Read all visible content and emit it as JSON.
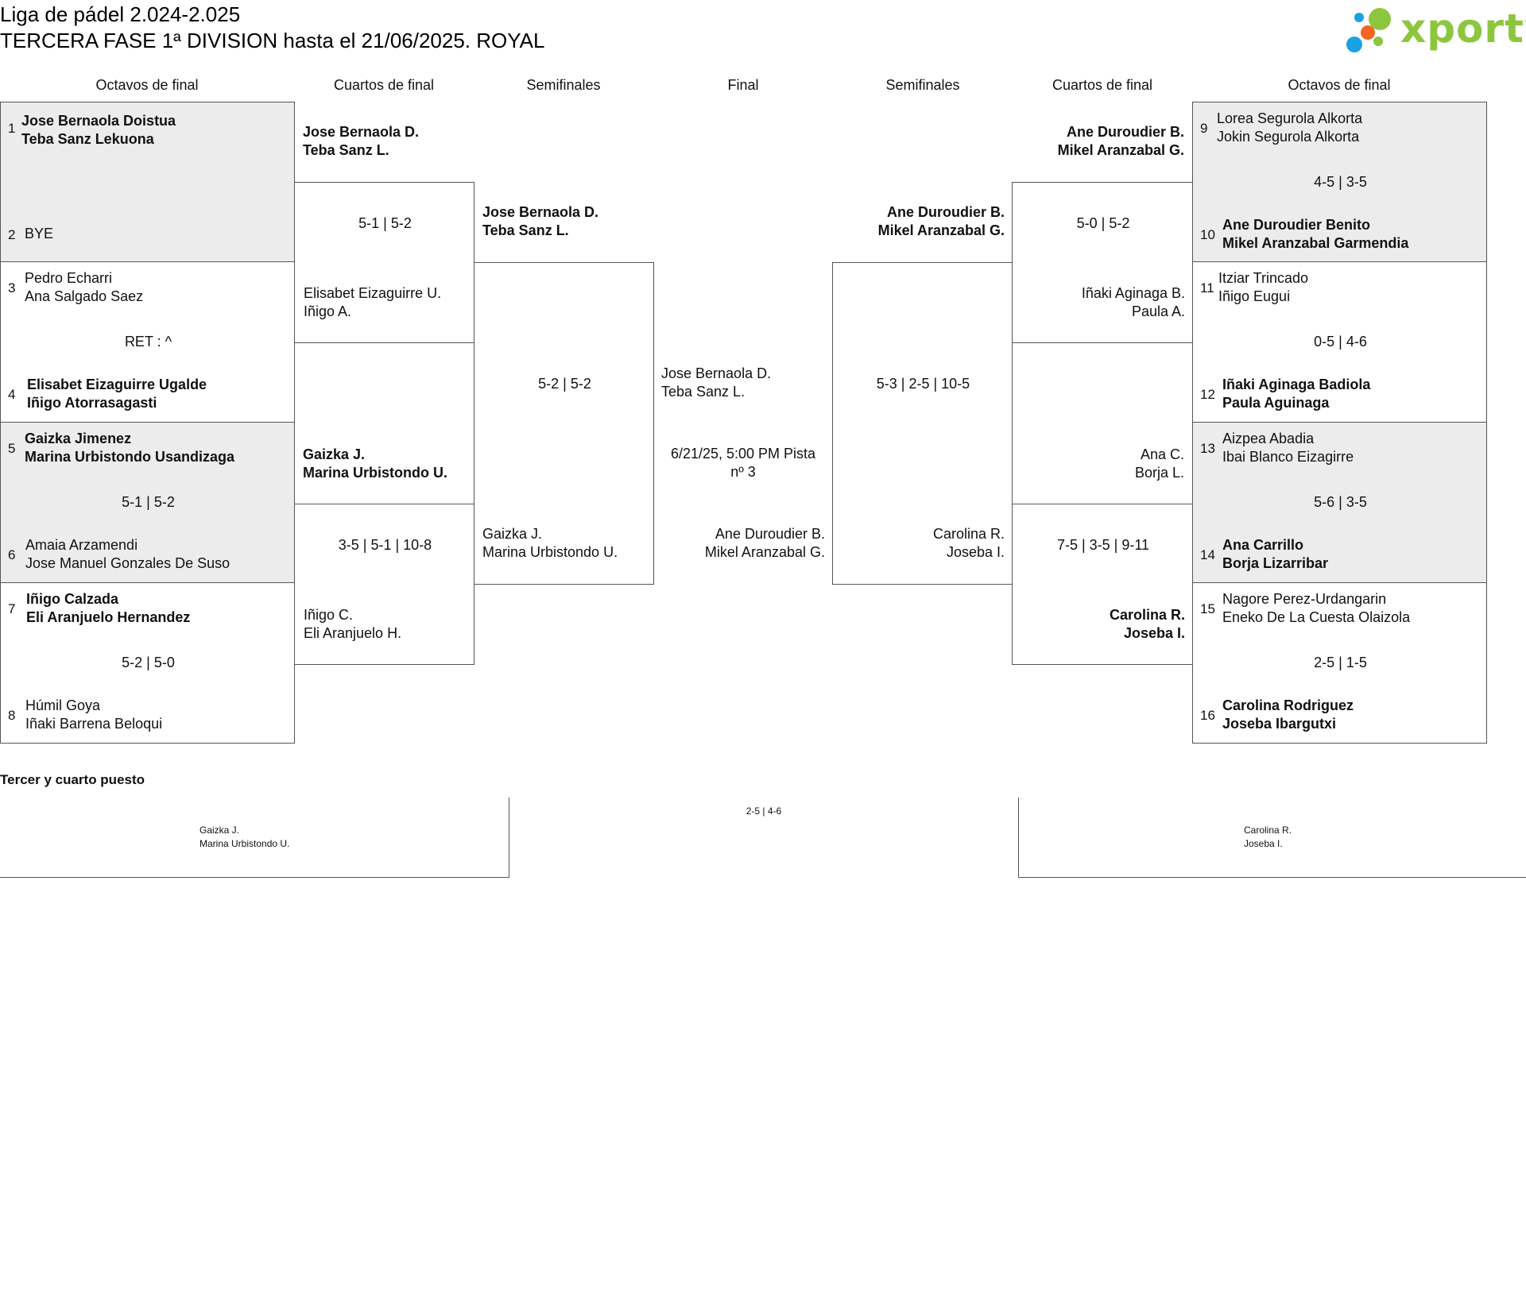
{
  "header": {
    "title_line1": "Liga de pádel 2.024-2.025",
    "title_line2": "TERCERA FASE 1ª DIVISION hasta el 21/06/2025. ROYAL",
    "logo_text": "xporty"
  },
  "colors": {
    "logo_green": "#8cc63f",
    "logo_blue": "#1ba1e2",
    "logo_orange": "#f26522",
    "shade": "#ececec"
  },
  "columns": [
    "Octavos de final",
    "Cuartos de final",
    "Semifinales",
    "Final",
    "Semifinales",
    "Cuartos de final",
    "Octavos de final"
  ],
  "left_r16": [
    {
      "n1": "1",
      "p1a": "Jose Bernaola Doistua",
      "p1b": "Teba Sanz Lekuona",
      "score": "",
      "n2": "2",
      "p2a": "BYE",
      "p2b": ""
    },
    {
      "n1": "3",
      "p1a": "Pedro Echarri",
      "p1b": "Ana Salgado Saez",
      "score": "RET : ^",
      "n2": "4",
      "p2a": "Elisabet Eizaguirre Ugalde",
      "p2b": "Iñigo Atorrasagasti"
    },
    {
      "n1": "5",
      "p1a": "Gaizka Jimenez",
      "p1b": "Marina Urbistondo Usandizaga",
      "score": "5-1 | 5-2",
      "n2": "6",
      "p2a": "Amaia Arzamendi",
      "p2b": "Jose Manuel Gonzales De Suso"
    },
    {
      "n1": "7",
      "p1a": "Iñigo Calzada",
      "p1b": "Eli Aranjuelo Hernandez",
      "score": "5-2 | 5-0",
      "n2": "8",
      "p2a": "Húmil Goya",
      "p2b": "Iñaki Barrena Beloqui"
    }
  ],
  "right_r16": [
    {
      "n1": "9",
      "p1a": "Lorea Segurola Alkorta",
      "p1b": "Jokin Segurola Alkorta",
      "score": "4-5 | 3-5",
      "n2": "10",
      "p2a": "Ane Duroudier Benito",
      "p2b": "Mikel Aranzabal Garmendia"
    },
    {
      "n1": "11",
      "p1a": "Itziar Trincado",
      "p1b": "Iñigo Eugui",
      "score": "0-5 | 4-6",
      "n2": "12",
      "p2a": "Iñaki Aginaga Badiola",
      "p2b": "Paula Aguinaga"
    },
    {
      "n1": "13",
      "p1a": "Aizpea Abadia",
      "p1b": "Ibai Blanco Eizagirre",
      "score": "5-6 | 3-5",
      "n2": "14",
      "p2a": "Ana Carrillo",
      "p2b": "Borja Lizarribar"
    },
    {
      "n1": "15",
      "p1a": "Nagore Perez-Urdangarin",
      "p1b": "Eneko De La Cuesta Olaizola",
      "score": "2-5 | 1-5",
      "n2": "16",
      "p2a": "Carolina Rodriguez",
      "p2b": "Joseba Ibargutxi"
    }
  ],
  "left_qf": [
    {
      "p1a": "Jose Bernaola D.",
      "p1b": "Teba Sanz L.",
      "score": "5-1 | 5-2",
      "p2a": "Elisabet Eizaguirre U.",
      "p2b": "Iñigo A."
    },
    {
      "p1a": "Gaizka J.",
      "p1b": "Marina Urbistondo U.",
      "score": "3-5 | 5-1 | 10-8",
      "p2a": "Iñigo C.",
      "p2b": "Eli Aranjuelo H."
    }
  ],
  "right_qf": [
    {
      "p1a": "Ane Duroudier B.",
      "p1b": "Mikel Aranzabal G.",
      "score": "5-0 | 5-2",
      "p2a": "Iñaki Aginaga B.",
      "p2b": "Paula A."
    },
    {
      "p1a": "Ana C.",
      "p1b": "Borja L.",
      "score": "7-5 | 3-5 | 9-11",
      "p2a": "Carolina R.",
      "p2b": "Joseba I."
    }
  ],
  "left_sf": {
    "p1a": "Jose Bernaola D.",
    "p1b": "Teba Sanz L.",
    "score": "5-2 | 5-2",
    "p2a": "Gaizka J.",
    "p2b": "Marina Urbistondo U."
  },
  "right_sf": {
    "p1a": "Ane Duroudier B.",
    "p1b": "Mikel Aranzabal G.",
    "score": "5-3 | 2-5 | 10-5",
    "p2a": "Carolina R.",
    "p2b": "Joseba I."
  },
  "final": {
    "p1a": "Jose Bernaola D.",
    "p1b": "Teba Sanz L.",
    "date_line1": "6/21/25, 5:00 PM Pista",
    "date_line2": "nº 3",
    "p2a": "Ane Duroudier B.",
    "p2b": "Mikel Aranzabal G."
  },
  "third_place": {
    "title": "Tercer y cuarto puesto",
    "p1a": "Gaizka J.",
    "p1b": "Marina Urbistondo U.",
    "score": "2-5 | 4-6",
    "p2a": "Carolina R.",
    "p2b": "Joseba I."
  }
}
